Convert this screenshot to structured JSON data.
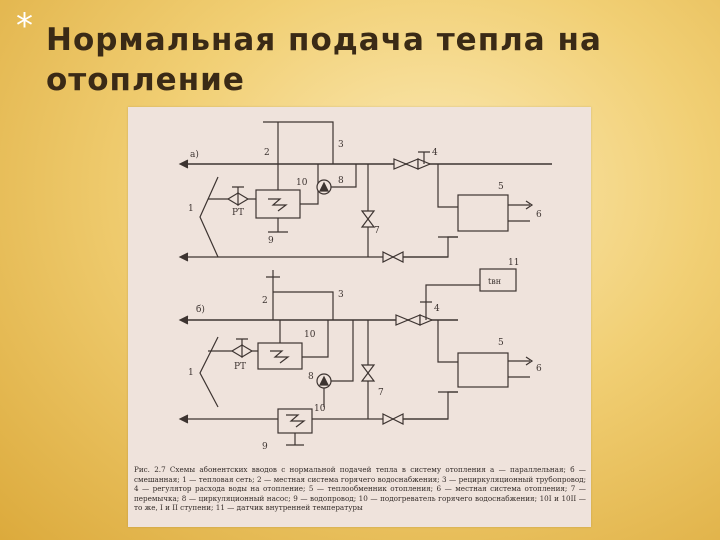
{
  "slide": {
    "bullet": "*",
    "title": "Нормальная подача тепла на отопление"
  },
  "figure": {
    "panel_labels": {
      "a": "а)",
      "b": "б)"
    },
    "numbers": {
      "n1": "1",
      "n2": "2",
      "n3": "3",
      "n4": "4",
      "n5": "5",
      "n6": "6",
      "n7": "7",
      "n8": "8",
      "n9": "9",
      "n10": "10",
      "n1b": "1",
      "n2b": "2",
      "n3b": "3",
      "n4b": "4",
      "n5b": "5",
      "n6b": "6",
      "n7b": "7",
      "n8b": "8",
      "n9b": "9",
      "n10b": "10",
      "n10c": "10",
      "n11": "11"
    },
    "rt_labels": {
      "rt_a": "РТ",
      "rt_b": "РТ"
    },
    "sensor_label": "tвн",
    "caption": "Рис. 2.7 Схемы абонентских вводов с нормальной подачей тепла в систему отопления а — параллельная; б — смешанная; 1 — тепловая сеть; 2 — местная система горячего водоснабжения; 3 — рециркуляционный трубопровод; 4 — регулятор расхода воды на отопление; 5 — теплообменник отопления; 6 — местная система отопления; 7 — перемычка; 8 — циркуляционный насос; 9 — водопровод; 10 — подогреватель горячего водоснабжения; 10I и 10II — то же, I и II ступени; 11 — датчик внутренней температуры"
  }
}
